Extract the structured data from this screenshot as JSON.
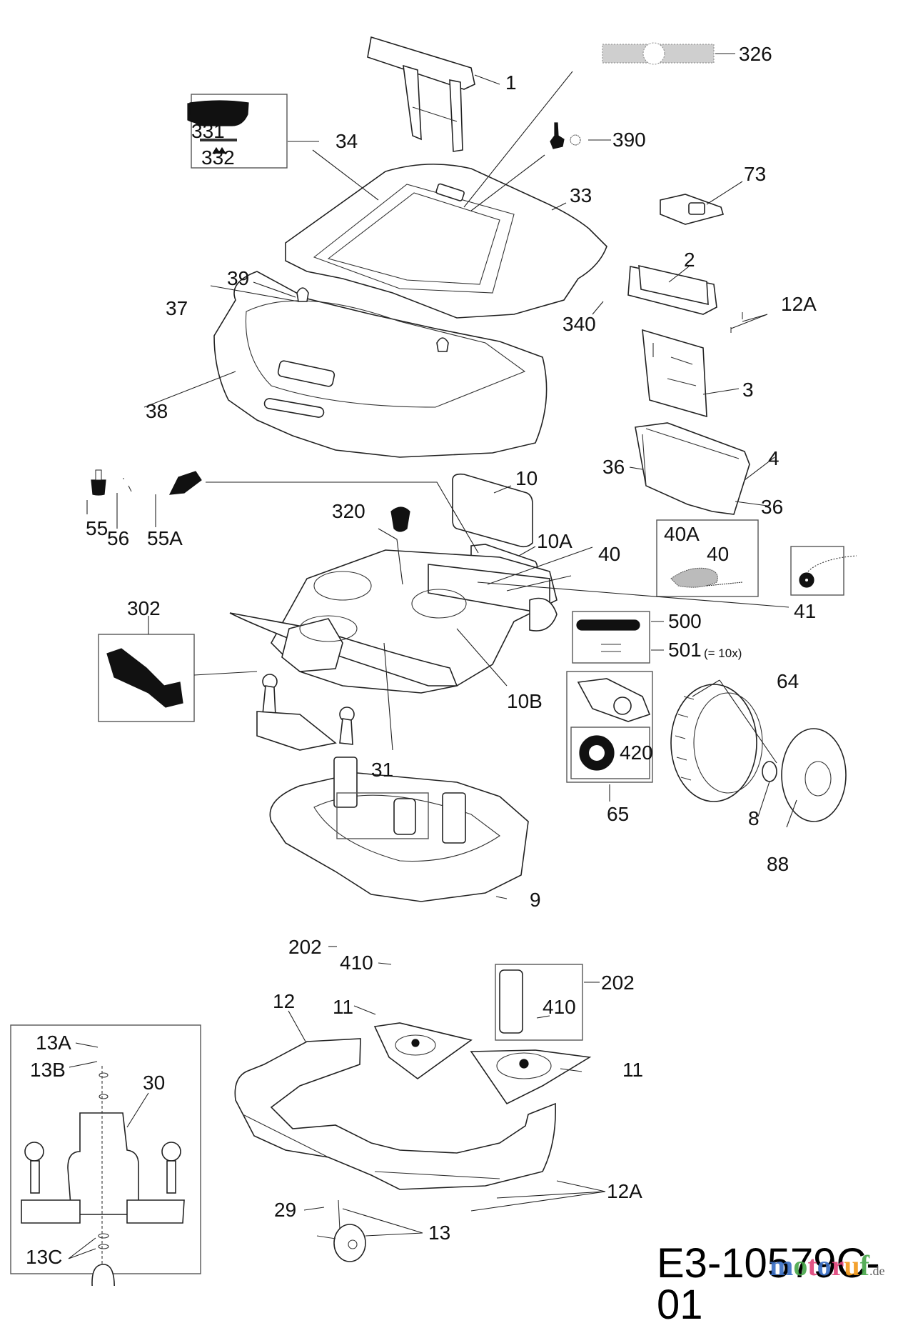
{
  "diagram": {
    "type": "exploded parts diagram",
    "subject": "robotic lawn mower",
    "document_id": "E3-10579C-01",
    "watermark": {
      "letters": [
        {
          "ch": "m",
          "color": "#3b6fc4"
        },
        {
          "ch": "o",
          "color": "#49a84b"
        },
        {
          "ch": "t",
          "color": "#e0457b"
        },
        {
          "ch": "o",
          "color": "#3b6fc4"
        },
        {
          "ch": "r",
          "color": "#e0457b"
        },
        {
          "ch": "u",
          "color": "#f29a1d"
        },
        {
          "ch": "f",
          "color": "#49a84b"
        }
      ],
      "tld": ".de"
    },
    "quantity_note": "(= 10x)",
    "labels": {
      "l1": "1",
      "l2": "2",
      "l3": "3",
      "l4": "4",
      "l8": "8",
      "l9": "9",
      "l10": "10",
      "l10A": "10A",
      "l10B": "10B",
      "l11a": "11",
      "l11b": "11",
      "l12": "12",
      "l12Aa": "12A",
      "l12Ab": "12A",
      "l13": "13",
      "l13A": "13A",
      "l13B": "13B",
      "l13C": "13C",
      "l29": "29",
      "l30": "30",
      "l31": "31",
      "l33": "33",
      "l34": "34",
      "l36a": "36",
      "l36b": "36",
      "l37": "37",
      "l38": "38",
      "l39": "39",
      "l40a": "40",
      "l40b": "40",
      "l40A": "40A",
      "l41": "41",
      "l55": "55",
      "l55A": "55A",
      "l56": "56",
      "l64": "64",
      "l65": "65",
      "l73": "73",
      "l88": "88",
      "l202a": "202",
      "l202b": "202",
      "l302": "302",
      "l320": "320",
      "l326": "326",
      "l331": "331",
      "l332": "332",
      "l340": "340",
      "l390": "390",
      "l410a": "410",
      "l410b": "410",
      "l420": "420",
      "l500": "500",
      "l501": "501"
    }
  }
}
